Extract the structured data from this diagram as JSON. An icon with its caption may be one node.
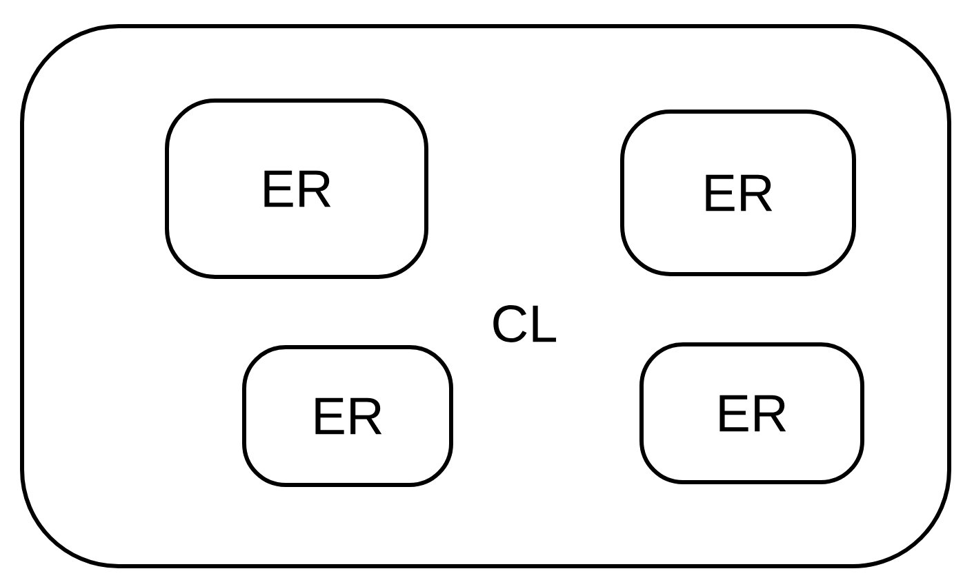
{
  "diagram": {
    "nodes": [
      {
        "text": [
          "CL"
        ]
      },
      {
        "text": [
          "ER"
        ],
        "in": 0
      },
      {
        "text": [
          "ER"
        ],
        "in": 0
      },
      {
        "text": [
          "ER"
        ],
        "in": 0
      },
      {
        "text": [
          "ER"
        ],
        "in": 0
      }
    ]
  }
}
